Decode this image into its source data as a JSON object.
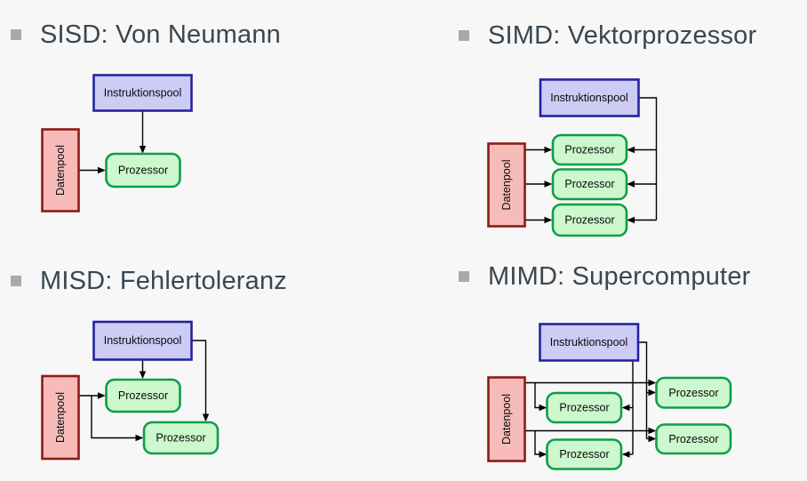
{
  "slide": {
    "quadrants": [
      {
        "id": "sisd",
        "title": "SISD: Von Neumann",
        "nodes": {
          "instruction": "Instruktionspool",
          "data": "Datenpool",
          "processors": [
            "Prozessor"
          ]
        }
      },
      {
        "id": "simd",
        "title": "SIMD: Vektorprozessor",
        "nodes": {
          "instruction": "Instruktionspool",
          "data": "Datenpool",
          "processors": [
            "Prozessor",
            "Prozessor",
            "Prozessor"
          ]
        }
      },
      {
        "id": "misd",
        "title": "MISD: Fehlertoleranz",
        "nodes": {
          "instruction": "Instruktionspool",
          "data": "Datenpool",
          "processors": [
            "Prozessor",
            "Prozessor"
          ]
        }
      },
      {
        "id": "mimd",
        "title": "MIMD: Supercomputer",
        "nodes": {
          "instruction": "Instruktionspool",
          "data": "Datenpool",
          "processors": [
            "Prozessor",
            "Prozessor",
            "Prozessor",
            "Prozessor"
          ]
        }
      }
    ]
  },
  "colors": {
    "page_bg": "#f7f7f7",
    "title_text": "#3a4750",
    "bullet": "#a9a9a9",
    "instruction_fill": "#ccccf5",
    "instruction_border": "#23239e",
    "data_fill": "#f7bcba",
    "data_border": "#8e1b15",
    "processor_fill": "#cdf7cd",
    "processor_border": "#0f9d49",
    "wire": "#000000"
  }
}
